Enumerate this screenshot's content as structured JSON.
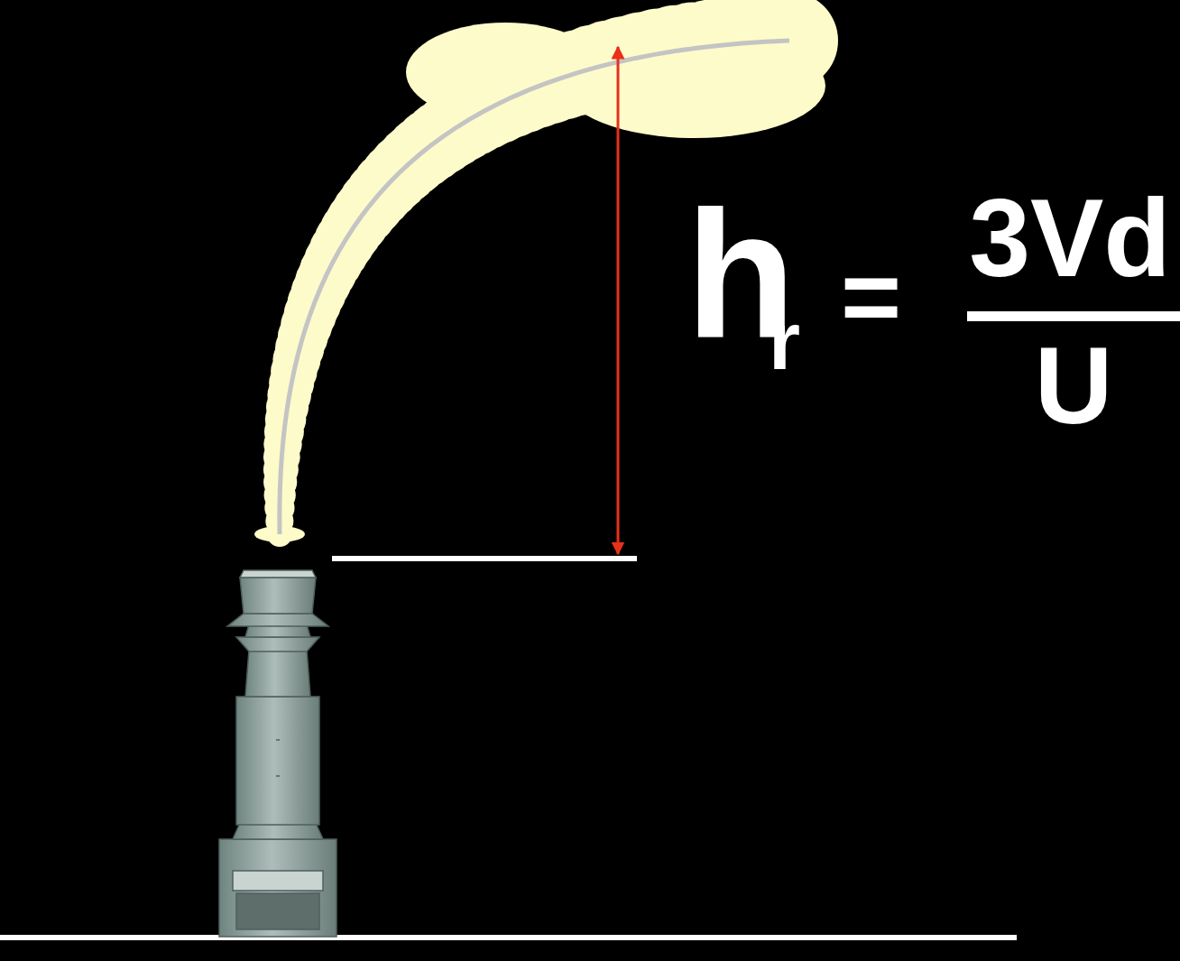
{
  "diagram": {
    "labels": [
      "h",
      "r",
      "=",
      "3Vd",
      "U"
    ]
  }
}
